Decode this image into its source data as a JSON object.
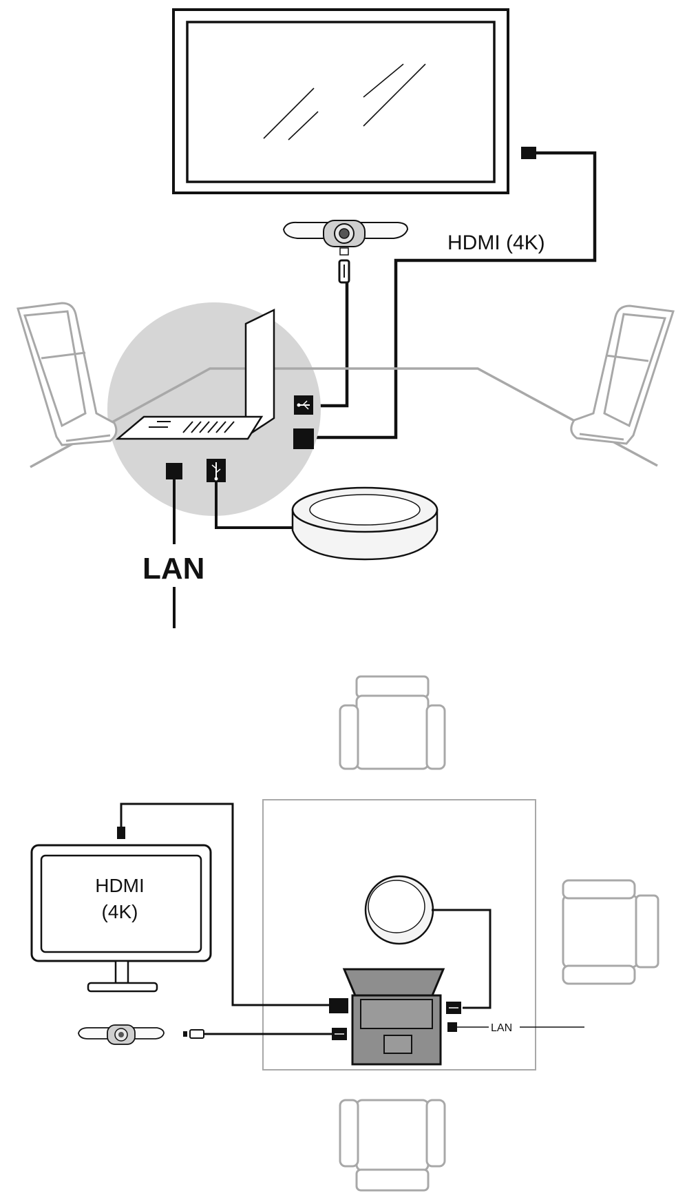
{
  "figure_top": {
    "hdmi_label": "HDMI (4K)",
    "lan_label": "LAN"
  },
  "figure_bottom": {
    "hdmi_label_line1": "HDMI",
    "hdmi_label_line2": "(4K)",
    "lan_label": "LAN"
  },
  "colors": {
    "line": "#111111",
    "furniture": "#a8a8a8",
    "highlight_circle": "#d6d6d6",
    "laptop_fill": "#8e8e8e",
    "speaker_fill": "#f4f4f4"
  },
  "icons": [
    "usb-icon",
    "hdmi-plug-icon",
    "lan-port-icon",
    "camera-bar-icon",
    "speakerphone-icon",
    "laptop-icon",
    "display-icon",
    "chair-icon"
  ]
}
